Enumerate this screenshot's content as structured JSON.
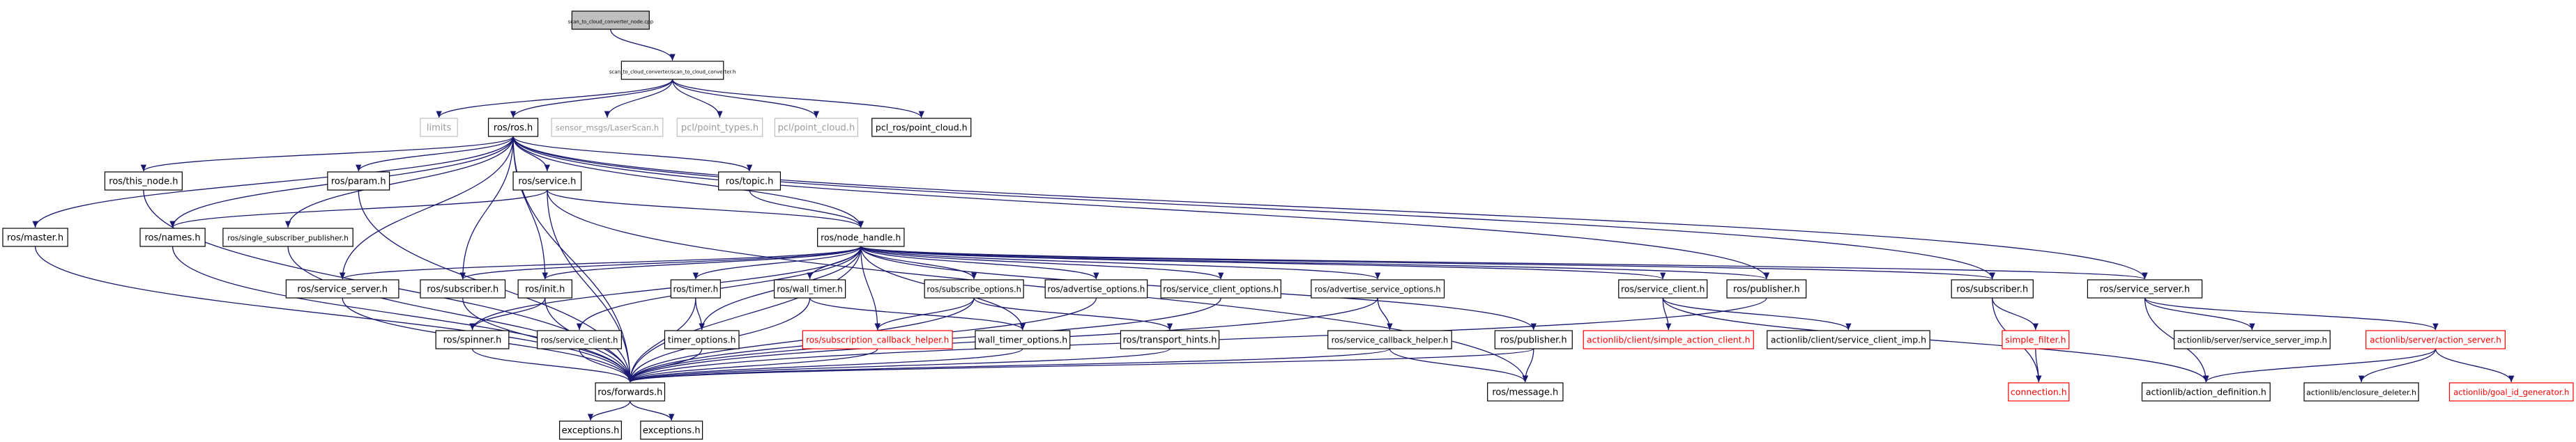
{
  "colors": {
    "edge": "#191970",
    "edge_gray": "#a9a9a9",
    "root_fill": "#bfbfbf",
    "node_border": "#000000",
    "gray_border": "#bfbfbf",
    "gray_text": "#9a9a9a",
    "red_border": "#ff0000",
    "red_text": "#ff0000"
  },
  "nodes": [
    {
      "id": "root",
      "label": "scan_to_cloud_converter_node.cpp",
      "style": "root"
    },
    {
      "id": "stc",
      "label": "scan_to_cloud_converter/scan_to_cloud_converter.h",
      "style": "normal"
    },
    {
      "id": "limits",
      "label": "limits",
      "style": "gray"
    },
    {
      "id": "rosh",
      "label": "ros/ros.h",
      "style": "normal"
    },
    {
      "id": "laser",
      "label": "sensor_msgs/LaserScan.h",
      "style": "gray"
    },
    {
      "id": "pcltypes",
      "label": "pcl/point_types.h",
      "style": "gray"
    },
    {
      "id": "pclcloud",
      "label": "pcl/point_cloud.h",
      "style": "gray"
    },
    {
      "id": "pclros",
      "label": "pcl_ros/point_cloud.h",
      "style": "normal"
    },
    {
      "id": "thisnode",
      "label": "ros/this_node.h",
      "style": "normal"
    },
    {
      "id": "param",
      "label": "ros/param.h",
      "style": "normal"
    },
    {
      "id": "service",
      "label": "ros/service.h",
      "style": "normal"
    },
    {
      "id": "topic",
      "label": "ros/topic.h",
      "style": "normal"
    },
    {
      "id": "master",
      "label": "ros/master.h",
      "style": "normal"
    },
    {
      "id": "names",
      "label": "ros/names.h",
      "style": "normal"
    },
    {
      "id": "ssp",
      "label": "ros/single_subscriber_publisher.h",
      "style": "normal"
    },
    {
      "id": "nh",
      "label": "ros/node_handle.h",
      "style": "normal"
    },
    {
      "id": "srvserver",
      "label": "ros/service_server.h",
      "style": "normal"
    },
    {
      "id": "subscriber",
      "label": "ros/subscriber.h",
      "style": "normal"
    },
    {
      "id": "init",
      "label": "ros/init.h",
      "style": "normal"
    },
    {
      "id": "timer",
      "label": "ros/timer.h",
      "style": "normal"
    },
    {
      "id": "walltimer",
      "label": "ros/wall_timer.h",
      "style": "normal"
    },
    {
      "id": "subopts",
      "label": "ros/subscribe_options.h",
      "style": "normal"
    },
    {
      "id": "advopts",
      "label": "ros/advertise_options.h",
      "style": "normal"
    },
    {
      "id": "scopts",
      "label": "ros/service_client_options.h",
      "style": "normal"
    },
    {
      "id": "advsvcopts",
      "label": "ros/advertise_service_options.h",
      "style": "normal"
    },
    {
      "id": "svcclient",
      "label": "ros/service_client.h",
      "style": "normal"
    },
    {
      "id": "publisher",
      "label": "ros/publisher.h",
      "style": "normal"
    },
    {
      "id": "spinner",
      "label": "ros/spinner.h",
      "style": "normal"
    },
    {
      "id": "svcclient2",
      "label": "ros/service_client.h",
      "style": "normal"
    },
    {
      "id": "timeropts",
      "label": "timer_options.h",
      "style": "normal"
    },
    {
      "id": "subcbhelper",
      "label": "ros/subscription_callback_helper.h",
      "style": "red"
    },
    {
      "id": "walltimeropts",
      "label": "wall_timer_options.h",
      "style": "normal"
    },
    {
      "id": "transport",
      "label": "ros/transport_hints.h",
      "style": "normal"
    },
    {
      "id": "svccbhelper",
      "label": "ros/service_callback_helper.h",
      "style": "normal"
    },
    {
      "id": "publisher2",
      "label": "ros/publisher.h",
      "style": "normal"
    },
    {
      "id": "alsimple",
      "label": "actionlib/client/simple_action_client.h",
      "style": "red"
    },
    {
      "id": "alsvcimp",
      "label": "actionlib/client/service_client_imp.h",
      "style": "normal"
    },
    {
      "id": "subscriber2",
      "label": "ros/subscriber.h",
      "style": "normal"
    },
    {
      "id": "simplefilter",
      "label": "simple_filter.h",
      "style": "red"
    },
    {
      "id": "connection",
      "label": "connection.h",
      "style": "red"
    },
    {
      "id": "srvserver2",
      "label": "ros/service_server.h",
      "style": "normal"
    },
    {
      "id": "alsrvimp",
      "label": "actionlib/server/service_server_imp.h",
      "style": "normal"
    },
    {
      "id": "alactionserver",
      "label": "actionlib/server/action_server.h",
      "style": "red"
    },
    {
      "id": "alactiondef",
      "label": "actionlib/action_definition.h",
      "style": "normal"
    },
    {
      "id": "alenclosure",
      "label": "actionlib/enclosure_deleter.h",
      "style": "normal"
    },
    {
      "id": "algoalid",
      "label": "actionlib/goal_id_generator.h",
      "style": "red"
    },
    {
      "id": "forwards",
      "label": "ros/forwards.h",
      "style": "normal"
    },
    {
      "id": "message",
      "label": "ros/message.h",
      "style": "normal"
    },
    {
      "id": "exc1",
      "label": "exceptions.h",
      "style": "normal"
    },
    {
      "id": "exc2",
      "label": "exceptions.h",
      "style": "normal"
    }
  ],
  "edges": [
    [
      "root",
      "stc"
    ],
    [
      "stc",
      "limits"
    ],
    [
      "stc",
      "rosh"
    ],
    [
      "stc",
      "laser"
    ],
    [
      "stc",
      "pcltypes"
    ],
    [
      "stc",
      "pclcloud"
    ],
    [
      "stc",
      "pclros"
    ],
    [
      "rosh",
      "thisnode"
    ],
    [
      "rosh",
      "param"
    ],
    [
      "rosh",
      "service"
    ],
    [
      "rosh",
      "topic"
    ],
    [
      "rosh",
      "master"
    ],
    [
      "rosh",
      "names"
    ],
    [
      "rosh",
      "ssp"
    ],
    [
      "rosh",
      "nh"
    ],
    [
      "rosh",
      "srvserver"
    ],
    [
      "rosh",
      "subscriber"
    ],
    [
      "rosh",
      "init"
    ],
    [
      "rosh",
      "publisher"
    ],
    [
      "rosh",
      "subscriber2"
    ],
    [
      "rosh",
      "srvserver2"
    ],
    [
      "rosh",
      "forwards"
    ],
    [
      "thisnode",
      "forwards"
    ],
    [
      "param",
      "forwards"
    ],
    [
      "master",
      "forwards"
    ],
    [
      "names",
      "forwards"
    ],
    [
      "ssp",
      "forwards"
    ],
    [
      "service",
      "names"
    ],
    [
      "service",
      "nh"
    ],
    [
      "service",
      "forwards"
    ],
    [
      "service",
      "message"
    ],
    [
      "topic",
      "nh"
    ],
    [
      "nh",
      "srvserver"
    ],
    [
      "nh",
      "subscriber"
    ],
    [
      "nh",
      "init"
    ],
    [
      "nh",
      "timer"
    ],
    [
      "nh",
      "walltimer"
    ],
    [
      "nh",
      "subopts"
    ],
    [
      "nh",
      "advopts"
    ],
    [
      "nh",
      "scopts"
    ],
    [
      "nh",
      "advsvcopts"
    ],
    [
      "nh",
      "svcclient"
    ],
    [
      "nh",
      "publisher"
    ],
    [
      "nh",
      "subscriber2"
    ],
    [
      "nh",
      "srvserver2"
    ],
    [
      "nh",
      "svcclient2"
    ],
    [
      "nh",
      "timeropts"
    ],
    [
      "nh",
      "walltimeropts"
    ],
    [
      "nh",
      "spinner"
    ],
    [
      "nh",
      "subcbhelper"
    ],
    [
      "nh",
      "publisher2"
    ],
    [
      "nh",
      "forwards"
    ],
    [
      "srvserver",
      "forwards"
    ],
    [
      "subscriber",
      "forwards"
    ],
    [
      "init",
      "forwards"
    ],
    [
      "init",
      "spinner"
    ],
    [
      "timer",
      "forwards"
    ],
    [
      "timer",
      "timeropts"
    ],
    [
      "walltimer",
      "forwards"
    ],
    [
      "walltimer",
      "walltimeropts"
    ],
    [
      "subopts",
      "subcbhelper"
    ],
    [
      "subopts",
      "transport"
    ],
    [
      "subopts",
      "forwards"
    ],
    [
      "advopts",
      "forwards"
    ],
    [
      "scopts",
      "forwards"
    ],
    [
      "advsvcopts",
      "svccbhelper"
    ],
    [
      "advsvcopts",
      "forwards"
    ],
    [
      "svcclient",
      "alsimple"
    ],
    [
      "svcclient",
      "alsvcimp"
    ],
    [
      "svcclient",
      "alactiondef"
    ],
    [
      "publisher",
      "forwards"
    ],
    [
      "publisher2",
      "forwards"
    ],
    [
      "publisher2",
      "message"
    ],
    [
      "svcclient2",
      "forwards"
    ],
    [
      "spinner",
      "forwards"
    ],
    [
      "timeropts",
      "forwards"
    ],
    [
      "walltimeropts",
      "forwards"
    ],
    [
      "subcbhelper",
      "forwards"
    ],
    [
      "transport",
      "forwards"
    ],
    [
      "svccbhelper",
      "forwards"
    ],
    [
      "svccbhelper",
      "message"
    ],
    [
      "subscriber2",
      "simplefilter"
    ],
    [
      "subscriber2",
      "connection"
    ],
    [
      "simplefilter",
      "connection"
    ],
    [
      "srvserver2",
      "alsrvimp"
    ],
    [
      "srvserver2",
      "alactionserver"
    ],
    [
      "srvserver2",
      "alactiondef"
    ],
    [
      "alactionserver",
      "alactiondef"
    ],
    [
      "alactionserver",
      "alenclosure"
    ],
    [
      "alactionserver",
      "algoalid"
    ],
    [
      "forwards",
      "exc1"
    ],
    [
      "forwards",
      "exc2"
    ]
  ]
}
